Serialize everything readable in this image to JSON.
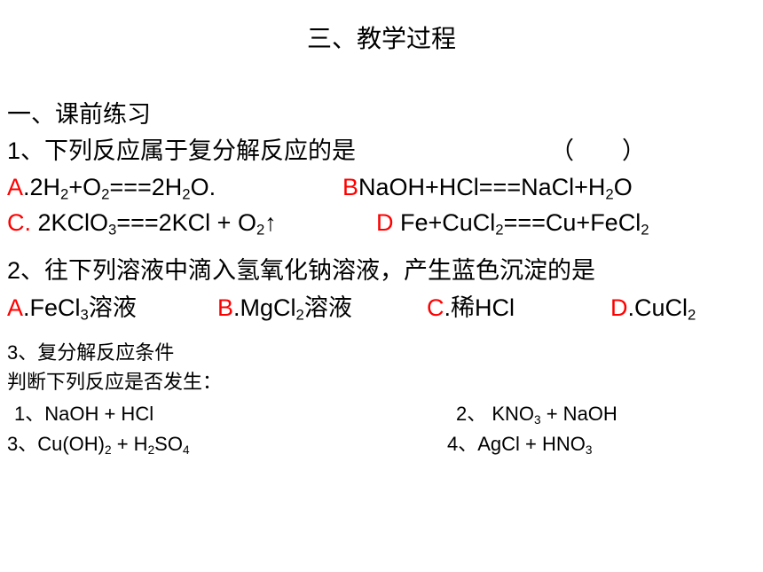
{
  "title": "三、教学过程",
  "section1": "一、课前练习",
  "q1": {
    "text": "1、下列反应属于复分解反应的是",
    "paren": "（　　）",
    "A": {
      "letter": "A",
      "p1": ".2H",
      "s1": "2",
      "p2": "+O",
      "s2": "2",
      "p3": "===2H",
      "s3": "2",
      "p4": "O."
    },
    "B": {
      "letter": "B",
      "p1": "NaOH+HCl===NaCl+H",
      "s1": "2",
      "p2": "O"
    },
    "C": {
      "letter": "C.",
      "p1": " 2KClO",
      "s1": "3",
      "p2": "===2KCl + O",
      "s2": "2",
      "p3": "↑"
    },
    "D": {
      "letter": "D",
      "p1": " Fe+CuCl",
      "s1": "2",
      "p2": "===Cu+FeCl",
      "s2": "2"
    }
  },
  "q2": {
    "text": "2、往下列溶液中滴入氢氧化钠溶液，产生蓝色沉淀的是",
    "A": {
      "letter": "A",
      "p1": ".FeCl",
      "s1": "3",
      "p2": "溶液"
    },
    "B": {
      "letter": "B",
      "p1": ".MgCl",
      "s1": "2",
      "p2": "溶液"
    },
    "C": {
      "letter": "C",
      "p1": ".稀HCl"
    },
    "D": {
      "letter": "D",
      "p1": ".CuCl",
      "s1": "2"
    }
  },
  "q3": {
    "heading": "3、复分解反应条件",
    "instruction": "判断下列反应是否发生：",
    "r1": "1、NaOH  +  HCl",
    "r2": {
      "p1": "2、 KNO",
      "s1": "3",
      "p2": "  +  NaOH"
    },
    "r3": {
      "p1": "3、Cu(OH)",
      "s1": "2",
      "p2": "  +  H",
      "s2": "2",
      "p3": "SO",
      "s3": "4"
    },
    "r4": {
      "p1": "4、AgCl  +   HNO",
      "s1": "3"
    }
  }
}
